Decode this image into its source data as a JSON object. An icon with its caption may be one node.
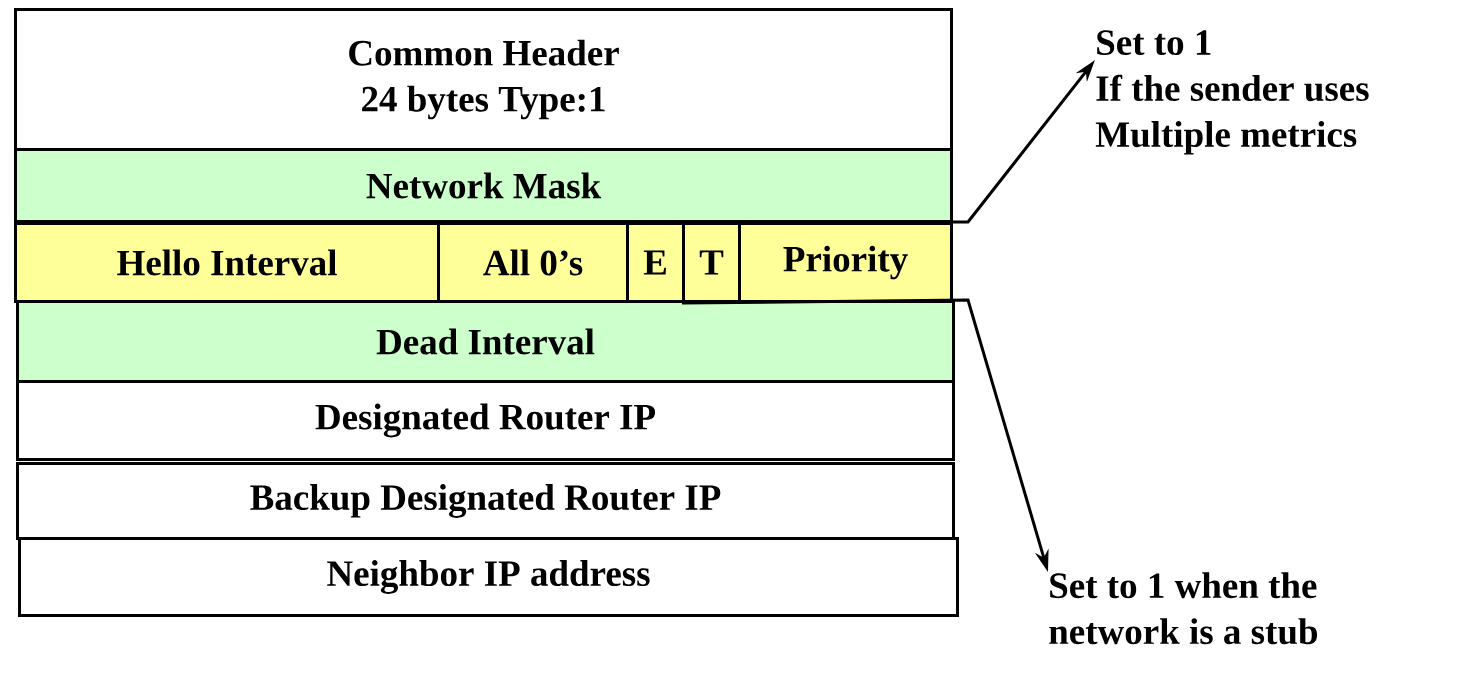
{
  "diagram": {
    "nodes": [
      {
        "text": [
          "Common Header",
          "24 bytes Type:1"
        ]
      },
      {
        "text": [
          "Network Mask"
        ]
      },
      {
        "text": [
          "Hello Interval"
        ]
      },
      {
        "text": [
          "All 0’s"
        ]
      },
      {
        "text": [
          "E"
        ]
      },
      {
        "text": [
          "T"
        ]
      },
      {
        "text": [
          "Priority"
        ]
      },
      {
        "text": [
          "Dead Interval"
        ]
      },
      {
        "text": [
          "Designated Router IP"
        ]
      },
      {
        "text": [
          "Backup Designated Router IP"
        ]
      },
      {
        "text": [
          "Neighbor IP address"
        ]
      },
      {
        "text": [
          "Set to 1",
          "If the sender uses Multiple metrics"
        ]
      },
      {
        "text": [
          "Set to 1 when the network is a stub"
        ]
      }
    ],
    "edges": [
      {
        "from": 5,
        "to": 11,
        "arrow": "to"
      },
      {
        "from": 5,
        "to": 12,
        "arrow": "to"
      }
    ]
  }
}
